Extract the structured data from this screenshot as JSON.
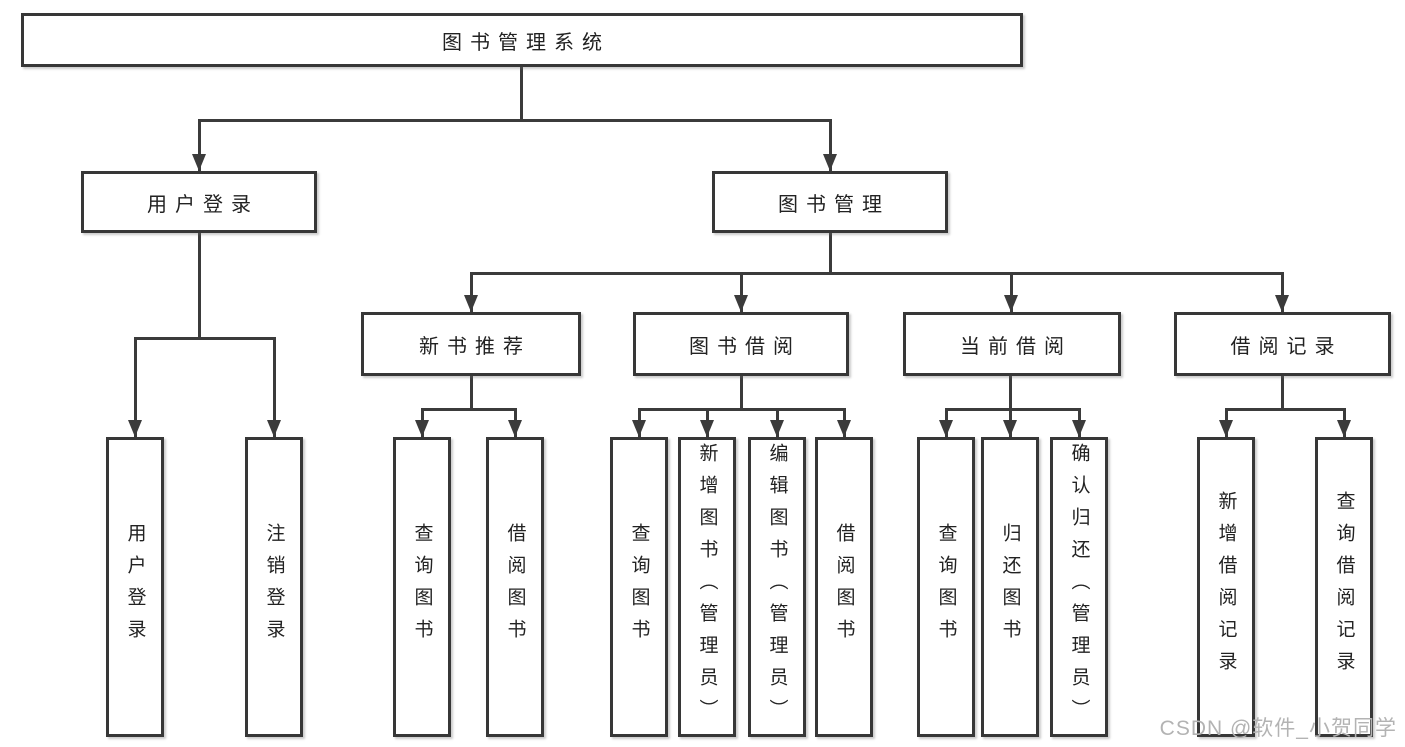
{
  "nodes": {
    "root": {
      "label": "图书管理系统"
    },
    "user_login": {
      "label": "用户登录",
      "children": [
        "用户登录",
        "注销登录"
      ]
    },
    "book_mgmt": {
      "label": "图书管理"
    },
    "new_books": {
      "label": "新书推荐",
      "children": [
        "查询图书",
        "借阅图书"
      ]
    },
    "book_borrow": {
      "label": "图书借阅",
      "children": [
        "查询图书",
        "新增图书（管理员）",
        "编辑图书（管理员）",
        "借阅图书"
      ]
    },
    "current_borrow": {
      "label": "当前借阅",
      "children": [
        "查询图书",
        "归还图书",
        "确认归还（管理员）"
      ]
    },
    "borrow_records": {
      "label": "借阅记录",
      "children": [
        "新增借阅记录",
        "查询借阅记录"
      ]
    }
  },
  "watermark": "CSDN @软件_小贺同学",
  "colors": {
    "line": "#3b3b3b",
    "border": "#373737",
    "text": "#222222",
    "watermark": "#b3b3b3",
    "background": "#ffffff"
  }
}
